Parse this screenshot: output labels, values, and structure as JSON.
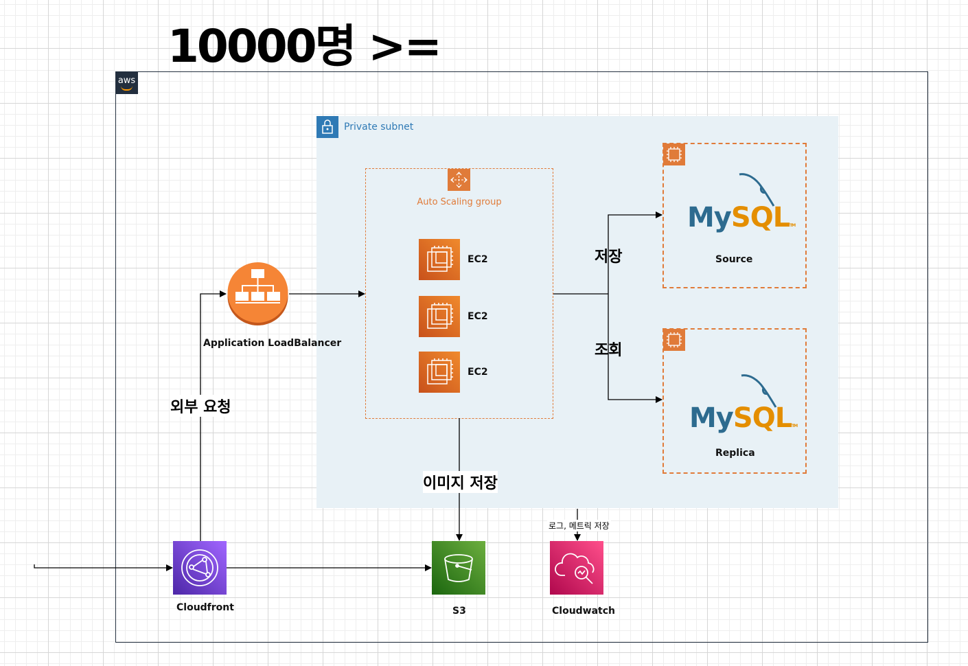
{
  "title": "10000명 >=",
  "aws_badge": "aws",
  "subnet": {
    "label": "Private subnet"
  },
  "asg": {
    "label": "Auto Scaling group",
    "instances": [
      "EC2",
      "EC2",
      "EC2"
    ]
  },
  "alb": {
    "label": "Application LoadBalancer"
  },
  "databases": {
    "source": {
      "logo_my": "My",
      "logo_sql": "SQL",
      "logo_tm": "TM",
      "label": "Source"
    },
    "replica": {
      "logo_my": "My",
      "logo_sql": "SQL",
      "logo_tm": "TM",
      "label": "Replica"
    }
  },
  "edges": {
    "write": "저장",
    "read": "조회",
    "external_request": "외부 요청",
    "image_save": "이미지 저장",
    "log_metric_save": "로그, 메트릭 저장"
  },
  "services": {
    "cloudfront": "Cloudfront",
    "s3": "S3",
    "cloudwatch": "Cloudwatch"
  },
  "colors": {
    "aws_dark": "#232f3e",
    "subnet_bg": "#e8f1f6",
    "subnet_accent": "#2f7ab5",
    "compute_orange": "#e07b39",
    "cloudfront_purple": "#8c4fff",
    "s3_green": "#3f8624",
    "cloudwatch_pink": "#e7157b"
  }
}
